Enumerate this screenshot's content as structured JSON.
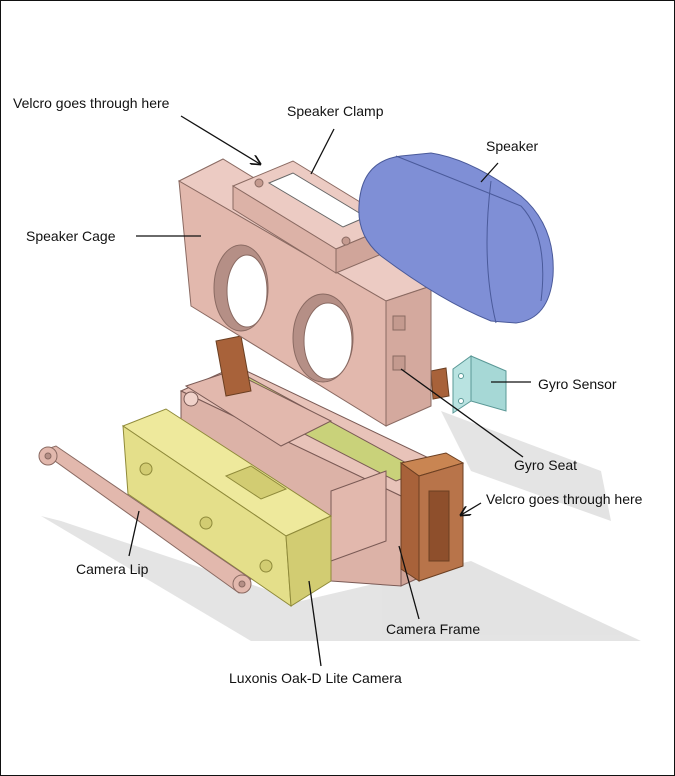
{
  "labels": {
    "velcro_top": "Velcro goes through here",
    "speaker_clamp": "Speaker Clamp",
    "speaker": "Speaker",
    "speaker_cage": "Speaker Cage",
    "gyro_sensor": "Gyro Sensor",
    "gyro_seat": "Gyro Seat",
    "velcro_right": "Velcro goes through here",
    "camera_lip": "Camera Lip",
    "camera_frame": "Camera Frame",
    "camera": "Luxonis Oak-D Lite Camera"
  },
  "colors": {
    "cage": "#e2b8ad",
    "speaker": "#7f8fd6",
    "gyro": "#a6d8d6",
    "camera": "#e4df8a",
    "frame_part": "#b8744a",
    "plate": "#c9d27a"
  }
}
